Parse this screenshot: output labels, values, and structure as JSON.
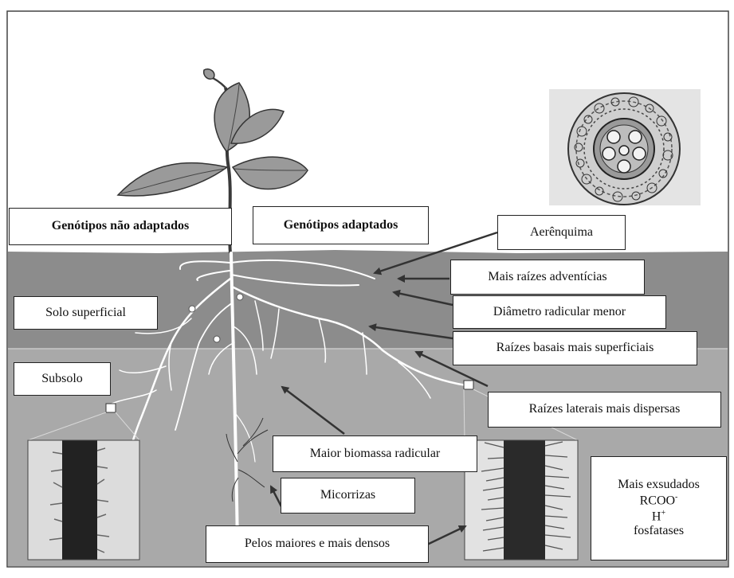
{
  "labels": {
    "nao_adaptados": "Genótipos não adaptados",
    "adaptados": "Genótipos adaptados",
    "aerenquima": "Aerênquima",
    "adventicias": "Mais raízes adventícias",
    "diametro": "Diâmetro radicular menor",
    "basais": "Raízes basais mais superficiais",
    "laterais": "Raízes laterais mais dispersas",
    "solo_superficial": "Solo superficial",
    "subsolo": "Subsolo",
    "biomassa": "Maior biomassa radicular",
    "micorrizas": "Micorrizas",
    "pelos": "Pelos maiores e mais densos",
    "exsudados": {
      "line1": "Mais exsudados",
      "line2": "RCOO",
      "line2_sup": "-",
      "line3": "H",
      "line3_sup": "+",
      "line4": "fosfatases"
    }
  },
  "colors": {
    "sky": "#ffffff",
    "topsoil": "#8c8c8c",
    "subsoil": "#a9a9a9",
    "roots": "#ffffff",
    "stem": "#4a4a4a",
    "leaf": "#9a9a9a"
  }
}
